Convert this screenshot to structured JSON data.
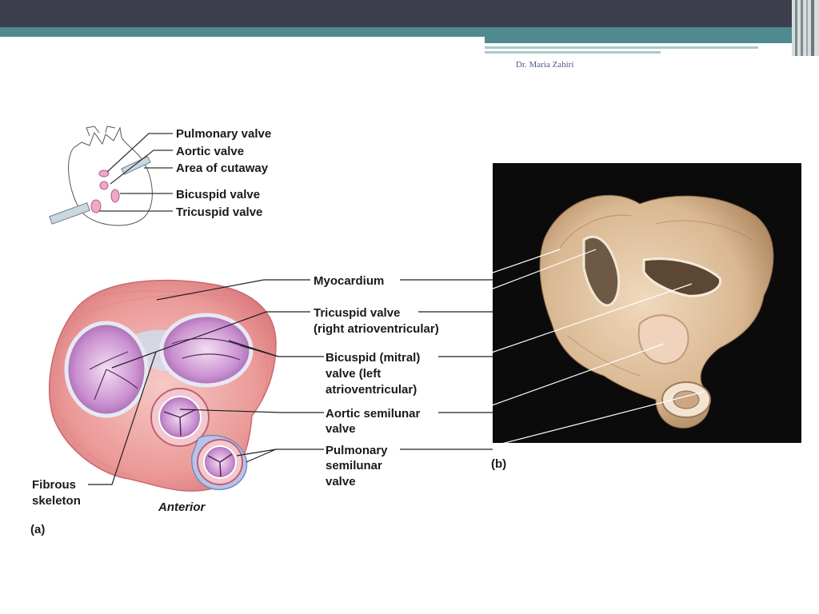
{
  "slide": {
    "author": "Dr. Maria Zahiri"
  },
  "inset_labels": [
    "Pulmonary valve",
    "Aortic valve",
    "Area of cutaway",
    "Bicuspid valve",
    "Tricuspid valve"
  ],
  "main_labels": {
    "myocardium": "Myocardium",
    "tricuspid_1": "Tricuspid valve",
    "tricuspid_2": "(right atrioventricular)",
    "bicuspid_1": "Bicuspid (mitral)",
    "bicuspid_2": "valve (left",
    "bicuspid_3": "atrioventricular)",
    "aortic_1": "Aortic semilunar",
    "aortic_2": "valve",
    "pulmonary_1": "Pulmonary",
    "pulmonary_2": "semilunar",
    "pulmonary_3": "valve",
    "fibrous_1": "Fibrous",
    "fibrous_2": "skeleton",
    "anterior": "Anterior",
    "panel_a": "(a)",
    "panel_b": "(b)"
  },
  "colors": {
    "topbar": "#3d3e4c",
    "accent_teal": "#4f8a8f",
    "myocardium_pink": "#e8868a",
    "valve_purple": "#c98fd0",
    "photo_background": "#0b0b0b",
    "tissue_tan": "#d9b892"
  }
}
